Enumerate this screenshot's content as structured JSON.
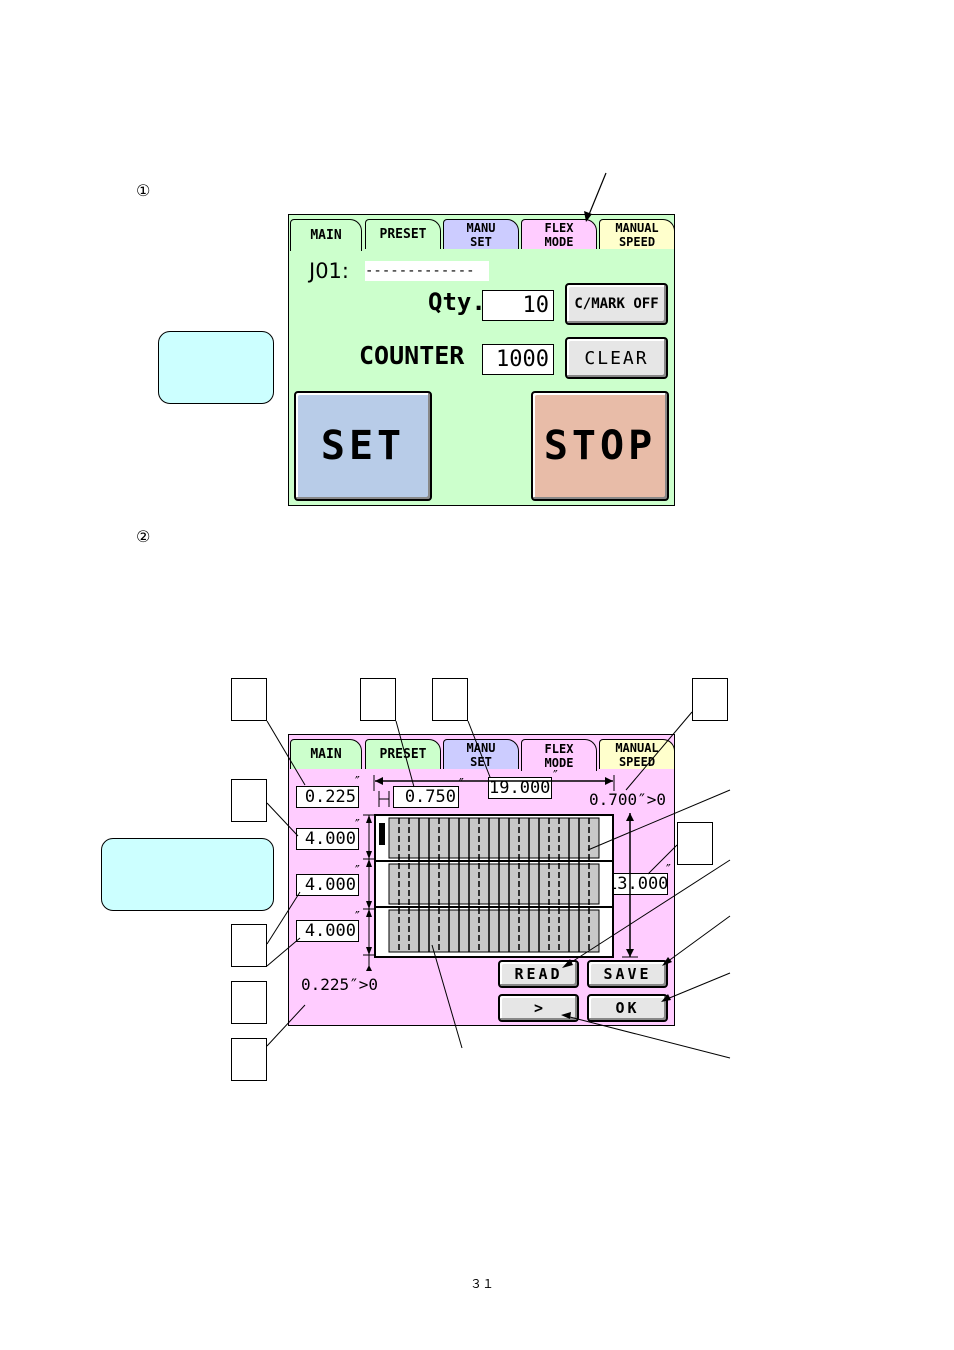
{
  "markers": {
    "first": "①",
    "second": "②"
  },
  "tabs": [
    {
      "line1": "MAIN",
      "line2": ""
    },
    {
      "line1": "PRESET",
      "line2": ""
    },
    {
      "line1": "MANU",
      "line2": "SET"
    },
    {
      "line1": "FLEX",
      "line2": "MODE"
    },
    {
      "line1": "MANUAL",
      "line2": "SPEED"
    }
  ],
  "main_screen": {
    "job_label": "J01:",
    "job_value": "-------------",
    "qty_label": "Qty.",
    "qty_value": "10",
    "cmark_button": "C/MARK OFF",
    "counter_label": "COUNTER",
    "counter_value": "1000",
    "clear_button": "CLEAR",
    "set_button": "SET",
    "stop_button": "STOP"
  },
  "flex_screen": {
    "top_margin": "0.225",
    "gap": "0.750",
    "width": "19.000",
    "right_info": "0.700″>0",
    "row1": "4.000",
    "row2": "4.000",
    "row3": "4.000",
    "height": "13.000",
    "bottom_info": "0.225″>0",
    "read_button": "READ",
    "save_button": "SAVE",
    "next_button": ">",
    "ok_button": "OK",
    "inch_mark": "″"
  },
  "page_number": "３１",
  "colors": {
    "main_bg": "#ccffcc",
    "flex_bg": "#ffccff",
    "set_btn": "#b8cce8",
    "stop_btn": "#e8bca8",
    "note_bg": "#ccffff"
  }
}
